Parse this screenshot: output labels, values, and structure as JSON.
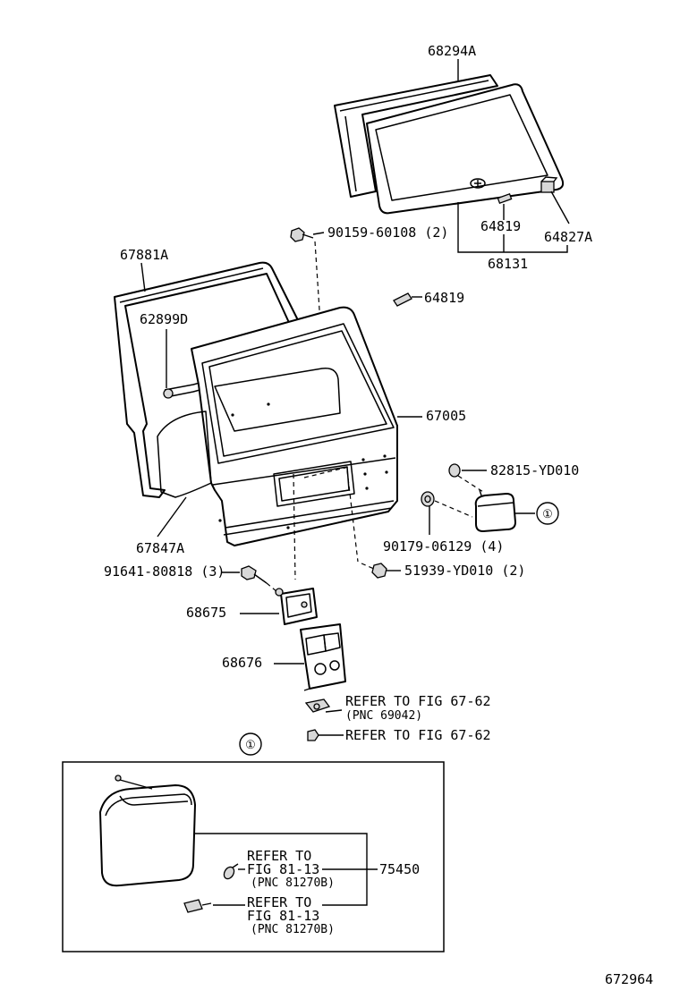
{
  "diagram_number": "672964",
  "callout_symbol": "①",
  "labels": {
    "p68294A": "68294A",
    "p64819_top": "64819",
    "p64827A": "64827A",
    "p68131": "68131",
    "p90159": "90159-60108 (2)",
    "p67881A": "67881A",
    "p64819_mid": "64819",
    "p62899D": "62899D",
    "p67005": "67005",
    "p82815": "82815-YD010",
    "p67847A": "67847A",
    "p90179": "90179-06129 (4)",
    "p91641": "91641-80818 (3)",
    "p51939": "51939-YD010 (2)",
    "p68675": "68675",
    "p68676": "68676",
    "refer_1": "REFER TO FIG 67-62",
    "pnc_1": "(PNC 69042)",
    "refer_2": "REFER TO FIG 67-62"
  },
  "detail_box": {
    "part_number": "75450",
    "refer_a_l1": "REFER TO",
    "refer_a_l2": "FIG 81-13",
    "refer_a_l3": "(PNC 81270B)",
    "refer_b_l1": "REFER TO",
    "refer_b_l2": "FIG 81-13",
    "refer_b_l3": "(PNC 81270B)"
  }
}
